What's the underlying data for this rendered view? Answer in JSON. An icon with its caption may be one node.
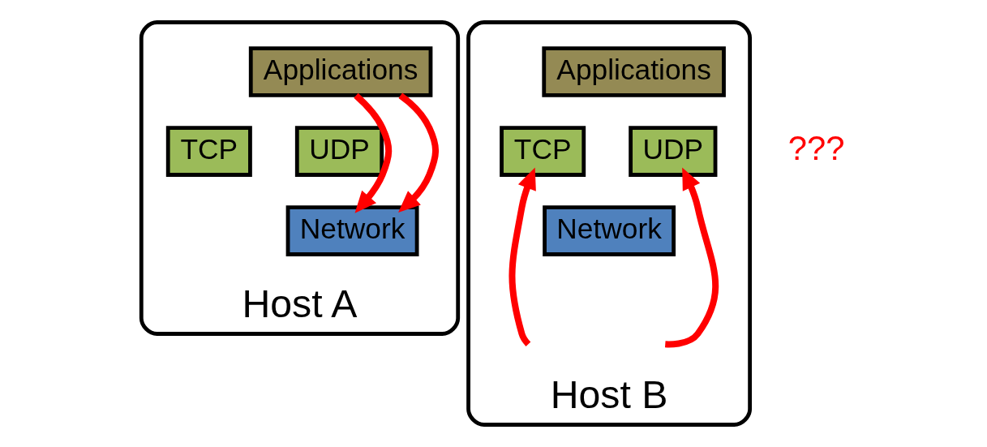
{
  "diagram": {
    "nodes": [
      {
        "text": [
          "Host A"
        ]
      },
      {
        "text": [
          "Applications"
        ],
        "in": 0
      },
      {
        "text": [
          "TCP"
        ],
        "in": 0
      },
      {
        "text": [
          "UDP"
        ],
        "in": 0
      },
      {
        "text": [
          "Network"
        ],
        "in": 0
      },
      {
        "text": [
          "Host B"
        ]
      },
      {
        "text": [
          "Applications"
        ],
        "in": 5
      },
      {
        "text": [
          "TCP"
        ],
        "in": 5
      },
      {
        "text": [
          "UDP"
        ],
        "in": 5
      },
      {
        "text": [
          "Network"
        ],
        "in": 5
      }
    ],
    "edges": [
      {
        "from": 1,
        "to": 4,
        "arrow": "to"
      },
      {
        "from": 1,
        "to": 4,
        "arrow": "to"
      },
      {
        "from": null,
        "to": 7,
        "arrow": "to"
      },
      {
        "from": null,
        "to": 8,
        "arrow": "to"
      }
    ],
    "labels": [
      "???"
    ]
  }
}
